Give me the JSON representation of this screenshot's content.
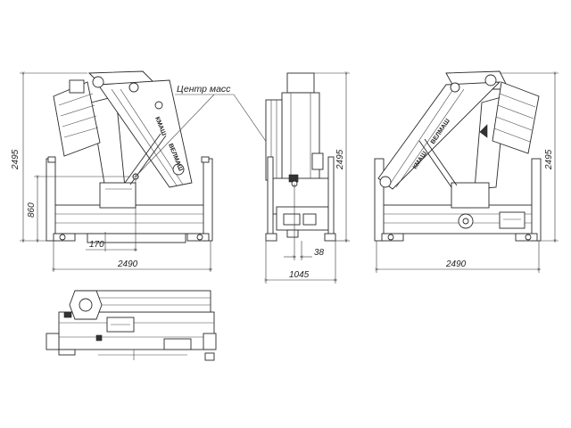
{
  "center_of_mass_label": "Центр масс",
  "brand_text": "КМАШ",
  "model_text": "ВЕЛМАШ",
  "dims": {
    "height_left": "2495",
    "height_mid": "2495",
    "height_right": "2495",
    "pivot_height": "860",
    "com_offset": "170",
    "length_side": "2490",
    "width_front": "1045",
    "com_lateral": "38",
    "length_rear": "2490"
  }
}
